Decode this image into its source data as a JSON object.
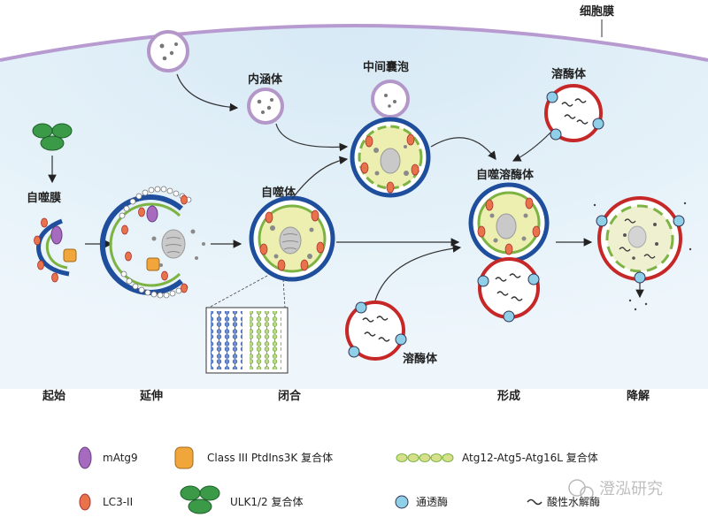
{
  "labels": {
    "cell_membrane": "细胞膜",
    "endosome": "内涵体",
    "intermediate_vesicle": "中间囊泡",
    "lysosome_top": "溶酶体",
    "autophagic_membrane": "自噬膜",
    "autophagosome": "自噬体",
    "autolysosome": "自噬溶酶体",
    "lysosome_bottom": "溶酶体"
  },
  "stages": [
    "起始",
    "延伸",
    "闭合",
    "形成",
    "降解"
  ],
  "legend": {
    "matg9": "mAtg9",
    "class3": "Class III PtdIns3K 复合体",
    "atg12": "Atg12-Atg5-Atg16L 复合体",
    "lc3": "LC3-II",
    "ulk": "ULK1/2 复合体",
    "permease": "通透酶",
    "hydrolase": "酸性水解酶"
  },
  "watermark": "澄泓研究",
  "colors": {
    "membrane_blue": "#1f4e9c",
    "atg12_green": "#7cb342",
    "lysosome_red": "#c62828",
    "lc3_orange": "#e8734a",
    "matg9_purple": "#a66bbf",
    "class3_orange": "#f0a63a",
    "ulk_green": "#3a9a48",
    "permease_blue": "#8fd0e8",
    "vesicle_purple": "#b497c9",
    "lumen_yellow": "#ecefb0",
    "background_blue": "#e6f2f9"
  }
}
